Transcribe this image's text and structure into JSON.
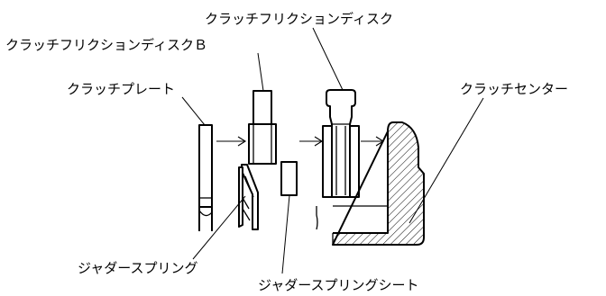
{
  "labels": {
    "clutch_friction_disc": "クラッチフリクションディスク",
    "clutch_friction_disc_b": "クラッチフリクションディスクＢ",
    "clutch_plate": "クラッチプレート",
    "clutch_center": "クラッチセンター",
    "judder_spring": "ジャダースプリング",
    "judder_spring_seat": "ジャダースプリングシート"
  },
  "colors": {
    "ink": "#000000",
    "background": "#ffffff"
  }
}
